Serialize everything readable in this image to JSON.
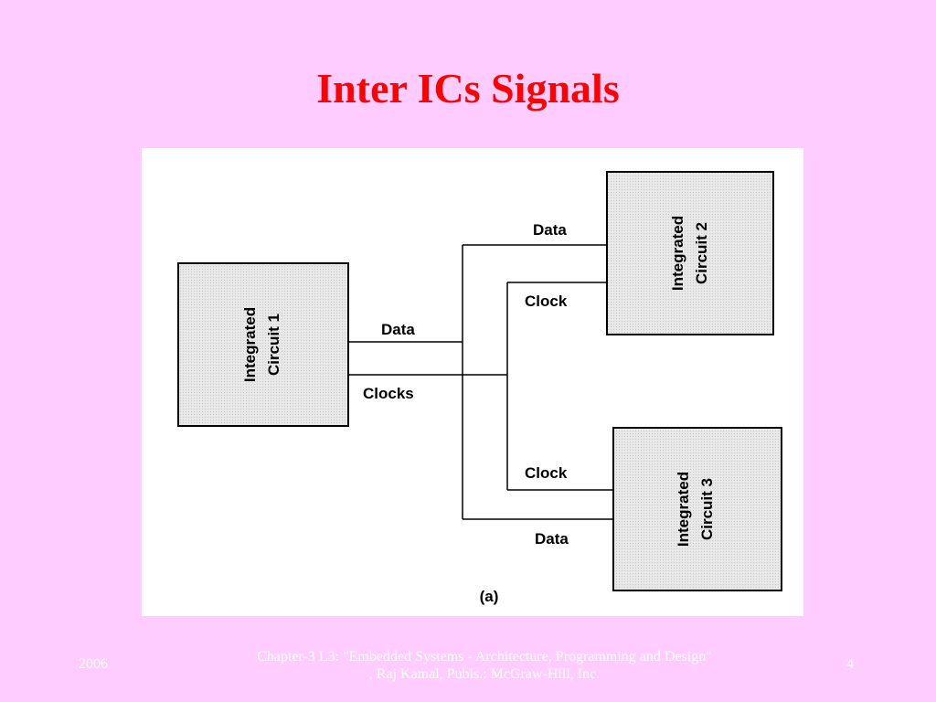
{
  "slide": {
    "title": "Inter ICs Signals"
  },
  "diagram": {
    "ic1": {
      "line1": "Integrated",
      "line2": "Circuit 1"
    },
    "ic2": {
      "line1": "Integrated",
      "line2": "Circuit 2"
    },
    "ic3": {
      "line1": "Integrated",
      "line2": "Circuit 3"
    },
    "labels": {
      "data_ic1": "Data",
      "clock_ic1": "Clocks",
      "data_ic2": "Data",
      "clock_ic2": "Clock",
      "clock_ic3": "Clock",
      "data_ic3": "Data"
    },
    "caption": "(a)"
  },
  "footer": {
    "year": "2006",
    "citation_line1": "Chapter-3 L3: \"Embedded Systems - Architecture, Programming and Design\"",
    "citation_line2": ", Raj Kamal, Publs.: McGraw-Hill, Inc.",
    "page_number": "4"
  },
  "colors": {
    "background": "#ffccff",
    "title": "#ff0000",
    "box_fill": "#e6e6e6"
  }
}
